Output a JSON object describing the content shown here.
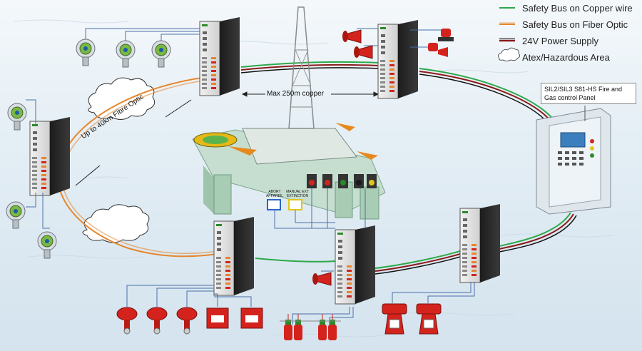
{
  "legend": {
    "items": [
      {
        "label": "Safety Bus on Copper wire",
        "color": "#2da84a"
      },
      {
        "label": "Safety Bus on Fiber Optic",
        "color": "#e6862d"
      },
      {
        "label": "24V Power Supply",
        "color": "#8b1a1a"
      },
      {
        "label": "Atex/Hazardous Area",
        "icon": "cloud-icon"
      }
    ]
  },
  "labels": {
    "copper_distance": "Max 250m copper",
    "fibre_distance": "Up to 40km Fibre Optic",
    "panel_title": "SIL2/SIL3 S81-HS Fire and Gas control Panel",
    "manual_abort": "ABORT\nAPPAREIL",
    "manual_release": "MANUAL EXT\nEXTINCTION"
  },
  "colors": {
    "copper": "#2da84a",
    "fiber": "#e6862d",
    "power": "#8b1a1a",
    "module": "#2a2a2a",
    "device_red": "#d4231d",
    "platform": "#b5d6c0"
  }
}
